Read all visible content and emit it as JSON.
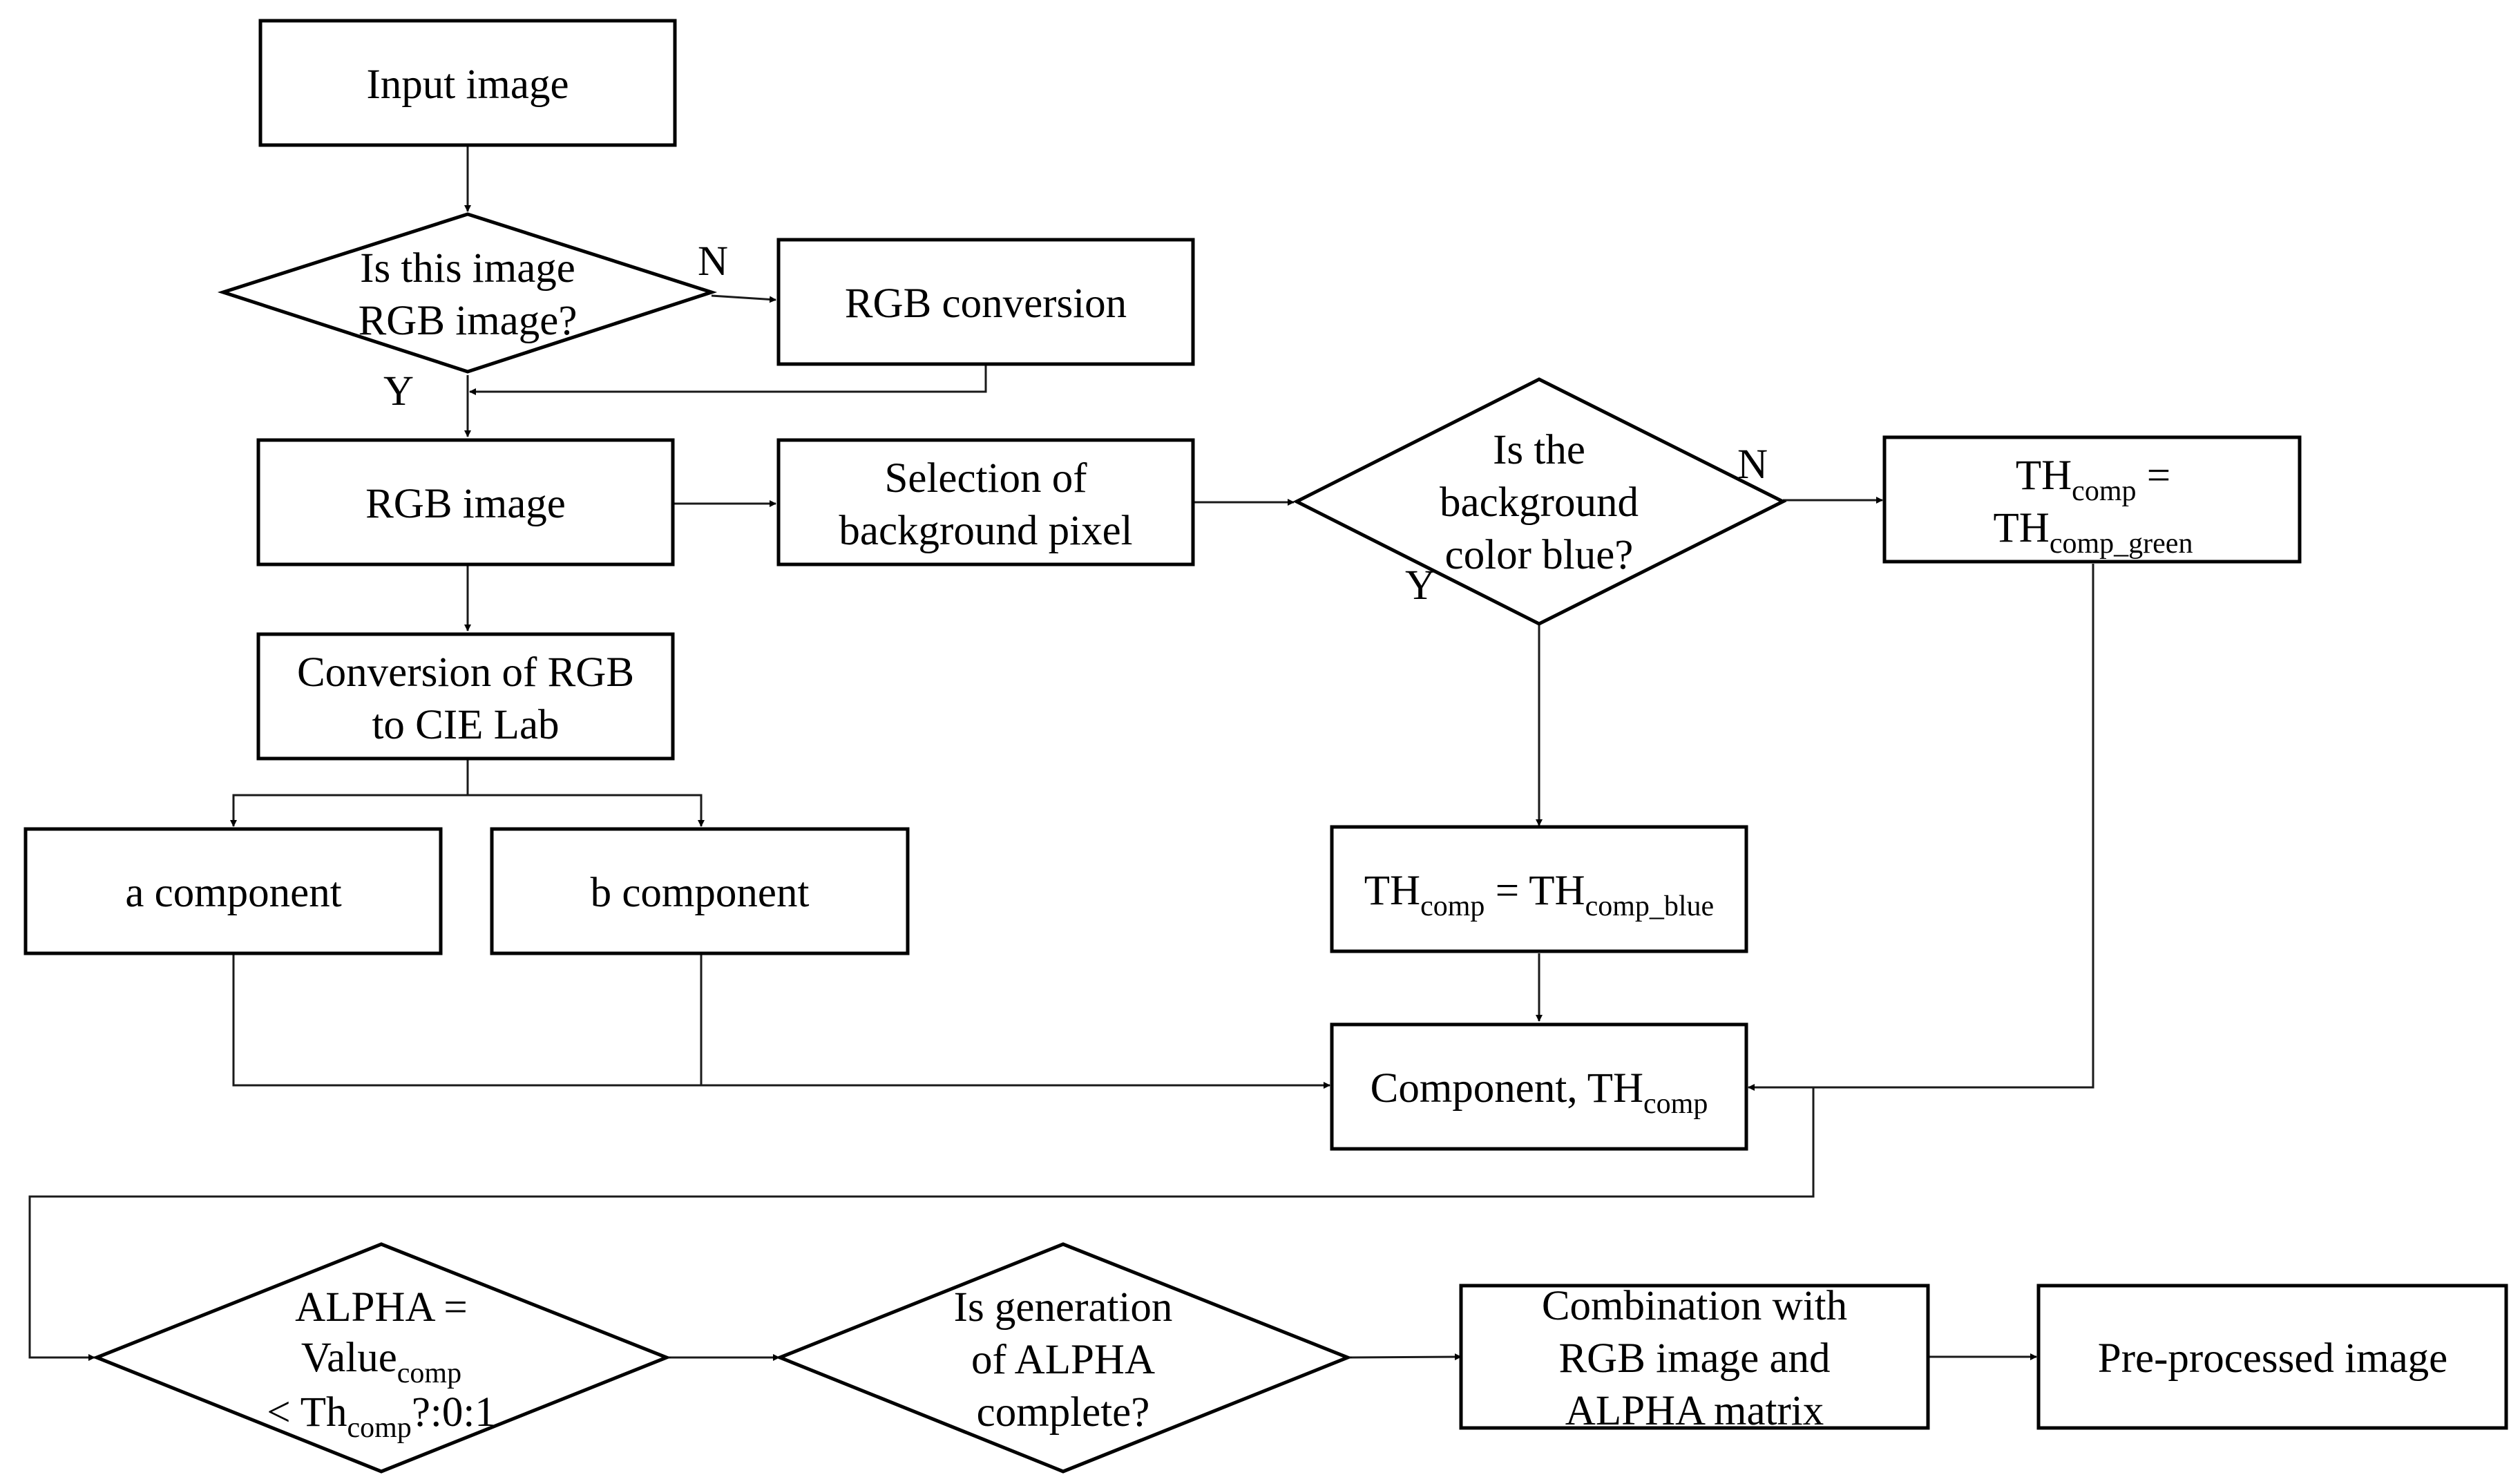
{
  "nodes": {
    "input_image": "Input image",
    "decision_rgb": [
      "Is this image",
      "RGB image?"
    ],
    "rgb_conversion": "RGB conversion",
    "rgb_image": "RGB image",
    "selection_bg": [
      "Selection of",
      "background pixel"
    ],
    "decision_blue": [
      "Is the",
      "background",
      "color blue?"
    ],
    "th_green": {
      "line1_main": "TH",
      "line1_sub": "comp",
      "line1_tail": " =",
      "line2_main": "TH",
      "line2_sub": "comp_green"
    },
    "conversion_lab": [
      "Conversion of RGB",
      "to CIE Lab"
    ],
    "a_component": "a component",
    "b_component": "b component",
    "th_blue": {
      "main1": "TH",
      "sub1": "comp",
      "mid": " = TH",
      "sub2": "comp_blue"
    },
    "component_th": {
      "main": "Component, TH",
      "sub": "comp"
    },
    "alpha_decision": {
      "line1": "ALPHA =",
      "line2_main": "Value",
      "line2_sub": "comp",
      "line3_pre": "< Th",
      "line3_sub": "comp",
      "line3_tail": "?:0:1"
    },
    "decision_complete": [
      "Is generation",
      "of ALPHA",
      "complete?"
    ],
    "combination": [
      "Combination with",
      "RGB image and",
      "ALPHA matrix"
    ],
    "preprocessed": "Pre-processed image"
  },
  "edge_labels": {
    "rgb_no": "N",
    "rgb_yes": "Y",
    "blue_no": "N",
    "blue_yes": "Y"
  }
}
